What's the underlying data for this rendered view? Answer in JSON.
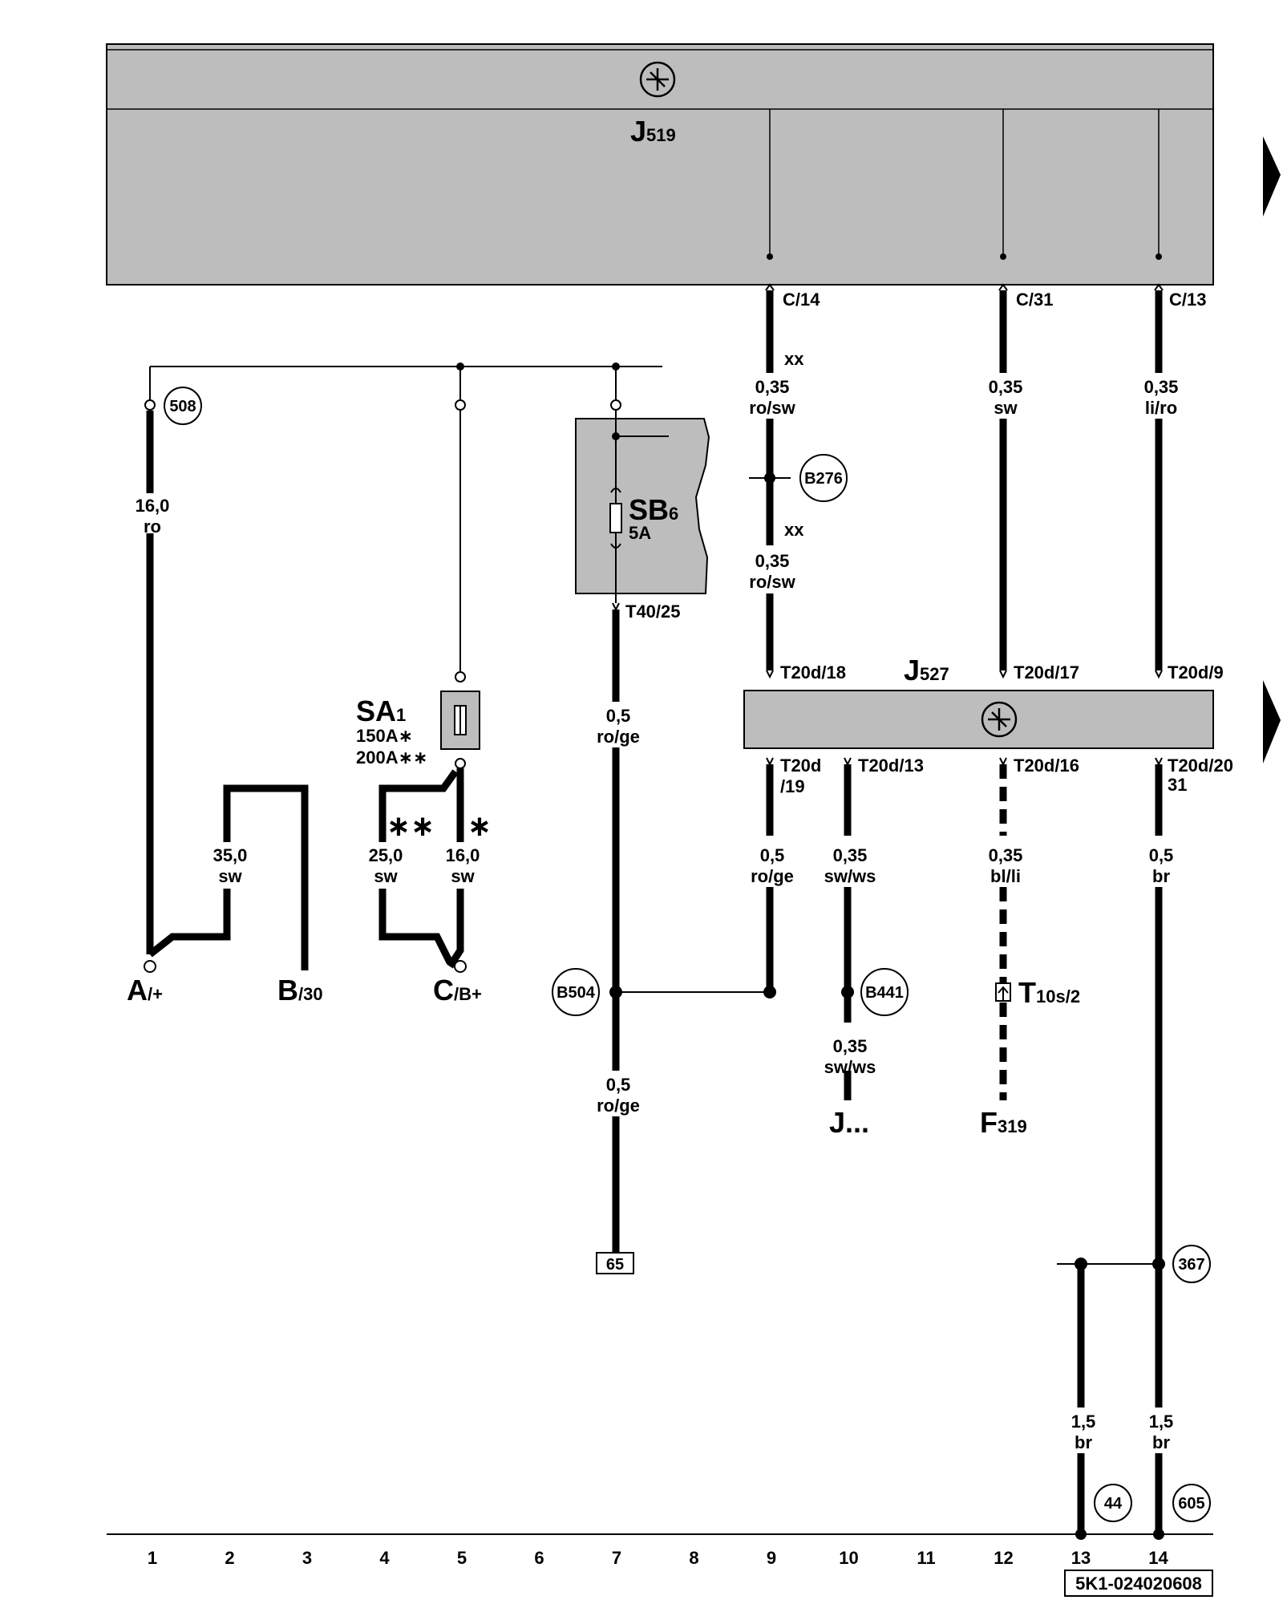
{
  "components": {
    "j519": {
      "label": "J",
      "sub": "519"
    },
    "j527": {
      "label": "J",
      "sub": "527"
    },
    "sb6": {
      "label": "SB",
      "sub": "6",
      "rating": "5A"
    },
    "sa1": {
      "label": "SA",
      "sub": "1",
      "rating1": "150A∗",
      "rating2": "200A∗∗"
    },
    "t10s2": {
      "label": "T",
      "sub": "10s/2"
    },
    "f319": {
      "label": "F",
      "sub": "319"
    },
    "j_dots": {
      "label": "J..."
    }
  },
  "terminals": {
    "a": {
      "label": "A",
      "sub": "/+"
    },
    "b": {
      "label": "B",
      "sub": "/30"
    },
    "c": {
      "label": "C",
      "sub": "/B+"
    }
  },
  "connectors": {
    "c14": "C/14",
    "c31": "C/31",
    "c13": "C/13",
    "t40_25": "T40/25",
    "t20d_18": "T20d/18",
    "t20d_17": "T20d/17",
    "t20d_9": "T20d/9",
    "t20d_19a": "T20d",
    "t20d_19b": "/19",
    "t20d_13": "T20d/13",
    "t20d_16": "T20d/16",
    "t20d_20": "T20d/20",
    "t20d_31": "31"
  },
  "wires": {
    "w1": {
      "size": "16,0",
      "color": "ro"
    },
    "w2": {
      "size": "35,0",
      "color": "sw"
    },
    "w4": {
      "size": "25,0",
      "color": "sw"
    },
    "w5": {
      "size": "16,0",
      "color": "sw"
    },
    "w7a": {
      "size": "0,5",
      "color": "ro/ge"
    },
    "w7b": {
      "size": "0,5",
      "color": "ro/ge"
    },
    "w9a": {
      "size": "0,35",
      "color": "ro/sw"
    },
    "w9b": {
      "size": "0,35",
      "color": "ro/sw"
    },
    "w9c": {
      "size": "0,5",
      "color": "ro/ge"
    },
    "w10a": {
      "size": "0,35",
      "color": "sw/ws"
    },
    "w10b": {
      "size": "0,35",
      "color": "sw/ws"
    },
    "w12a": {
      "size": "0,35",
      "color": "sw"
    },
    "w12b": {
      "size": "0,35",
      "color": "bl/li"
    },
    "w13a": {
      "size": "0,35",
      "color": "li/ro"
    },
    "w14a": {
      "size": "0,5",
      "color": "br"
    },
    "w13g": {
      "size": "1,5",
      "color": "br"
    },
    "w14g": {
      "size": "1,5",
      "color": "br"
    }
  },
  "markers": {
    "xx1": "xx",
    "xx2": "xx",
    "star1": "∗∗",
    "star2": "∗"
  },
  "refs": {
    "r508": "508",
    "b276": "B276",
    "b504": "B504",
    "b441": "B441",
    "r367": "367",
    "r44": "44",
    "r605": "605",
    "r65": "65"
  },
  "grid": [
    "1",
    "2",
    "3",
    "4",
    "5",
    "6",
    "7",
    "8",
    "9",
    "10",
    "11",
    "12",
    "13",
    "14"
  ],
  "doc_id": "5K1-024020608"
}
